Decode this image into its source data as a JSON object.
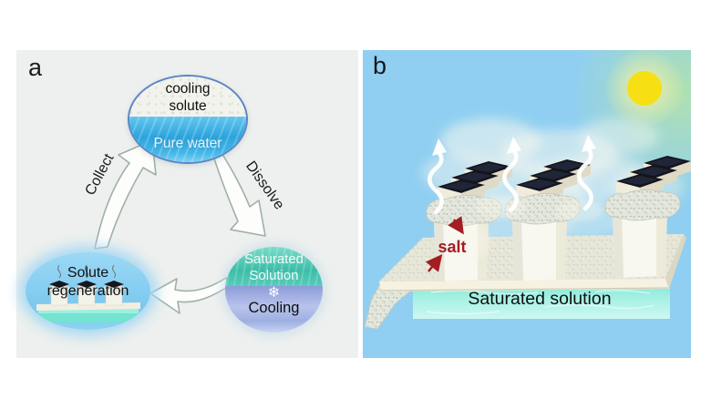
{
  "figure": {
    "panel_a": {
      "label": "a",
      "top_ellipse": {
        "title_line1": "cooling",
        "title_line2": "solute",
        "water_label": "Pure water"
      },
      "collect_label": "Collect",
      "dissolve_label": "Dissolve",
      "right_ellipse": {
        "top_line1": "Saturated",
        "top_line2": "Solution",
        "snowflake": "❄",
        "bottom_label": "Cooling"
      },
      "left_ellipse": {
        "line1": "Solute",
        "line2": "regeneration"
      }
    },
    "panel_b": {
      "label": "b",
      "salt_label": "salt",
      "basin_label": "Saturated solution"
    },
    "colors": {
      "panel_a_bg": "#edf0ee",
      "sky_blue": "#90cff1",
      "sun_yellow": "#f6e013",
      "pool_water_blue": "#2ba4dd",
      "saturated_teal": "#3cbda8",
      "cooling_ice": "#9dafe2",
      "basin_aqua": "#8feade",
      "salt_red": "#a31d23",
      "ellipse_border_blue": "#5b86c6",
      "arrow_outline_gray": "#9fb0a8"
    }
  }
}
